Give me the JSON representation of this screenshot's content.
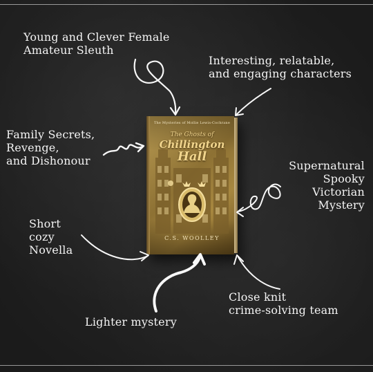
{
  "labels": {
    "sleuth": [
      "Young and Clever Female",
      "Amateur Sleuth"
    ],
    "characters": [
      "Interesting, relatable,",
      "and engaging characters"
    ],
    "family": [
      "Family Secrets,",
      "Revenge,",
      "and Dishonour"
    ],
    "supernatural": [
      "Supernatural",
      "Spooky",
      "Victorian",
      "Mystery"
    ],
    "novella": [
      "Short",
      "cozy",
      "Novella"
    ],
    "team": [
      "Close knit",
      "crime-solving team"
    ],
    "lighter": "Lighter mystery"
  },
  "book": {
    "series": "The Mysteries of Mollie Lewis-Cochrane",
    "title_line1": "The Ghosts of",
    "title_line2": "Chillington",
    "title_line3": "Hall",
    "author": "C.S. WOOLLEY"
  },
  "colors": {
    "board": "#262626",
    "chalk": "#f4f4f4",
    "cover_gold": "#a7873f",
    "title_gold": "#f1d58d"
  }
}
